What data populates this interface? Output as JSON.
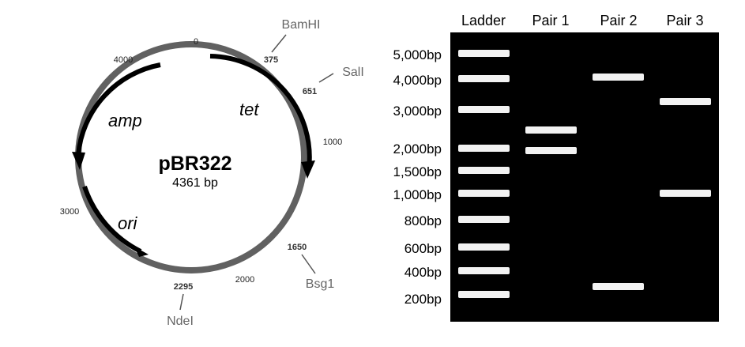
{
  "plasmid": {
    "name": "pBR322",
    "size": "4361 bp",
    "genes": [
      {
        "label": "amp"
      },
      {
        "label": "tet"
      },
      {
        "label": "ori"
      }
    ],
    "position_marks": [
      "0",
      "375",
      "651",
      "1000",
      "1650",
      "2000",
      "2295",
      "3000",
      "4000"
    ],
    "restriction_sites": [
      {
        "enzyme": "BamHI",
        "position": "375"
      },
      {
        "enzyme": "SalI",
        "position": "651"
      },
      {
        "enzyme": "Bsg1",
        "position": "1650"
      },
      {
        "enzyme": "NdeI",
        "position": "2295"
      }
    ]
  },
  "gel": {
    "lanes": [
      "Ladder",
      "Pair 1",
      "Pair 2",
      "Pair 3"
    ],
    "ladder_labels": [
      "5,000bp",
      "4,000bp",
      "3,000bp",
      "2,000bp",
      "1,500bp",
      "1,000bp",
      "800bp",
      "600bp",
      "400bp",
      "200bp"
    ],
    "colors": {
      "background": "#000000",
      "band": "#f2f2f2"
    }
  }
}
